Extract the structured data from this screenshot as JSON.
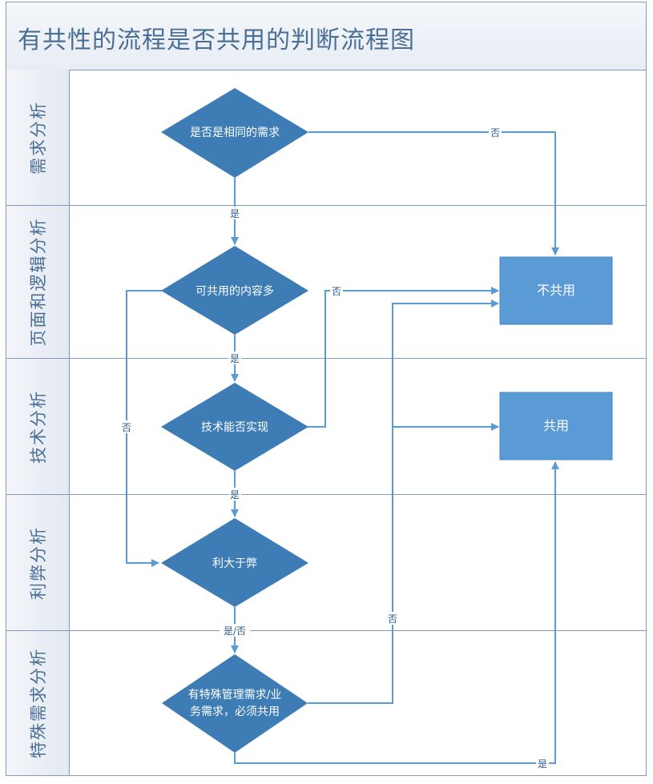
{
  "title": "有共性的流程是否共用的判断流程图",
  "lanes": [
    {
      "label": "需求分析"
    },
    {
      "label": "页面和逻辑分析"
    },
    {
      "label": "技术分析"
    },
    {
      "label": "利弊分析"
    },
    {
      "label": "特殊需求分析"
    }
  ],
  "nodes": {
    "d1": "是否是相同的需求",
    "d2": "可共用的内容多",
    "d3": "技术能否实现",
    "d4": "利大于弊",
    "d5_line1": "有特殊管理需求/业",
    "d5_line2": "务需求，必须共用",
    "box_no_share": "不共用",
    "box_share": "共用"
  },
  "edge_labels": {
    "d1_no": "否",
    "d1_yes": "是",
    "d2_yes": "是",
    "d2_no_right": "否",
    "d2_no_left": "否",
    "d3_yes": "是",
    "d4_yes_no": "是/否",
    "d5_no": "否",
    "d5_yes": "是"
  },
  "colors": {
    "shape_fill": "#3e7cb5",
    "box_fill": "#5b9bd5",
    "line": "#5b9bd5",
    "border": "#7f9bbd",
    "title_text": "#4a6f96"
  }
}
